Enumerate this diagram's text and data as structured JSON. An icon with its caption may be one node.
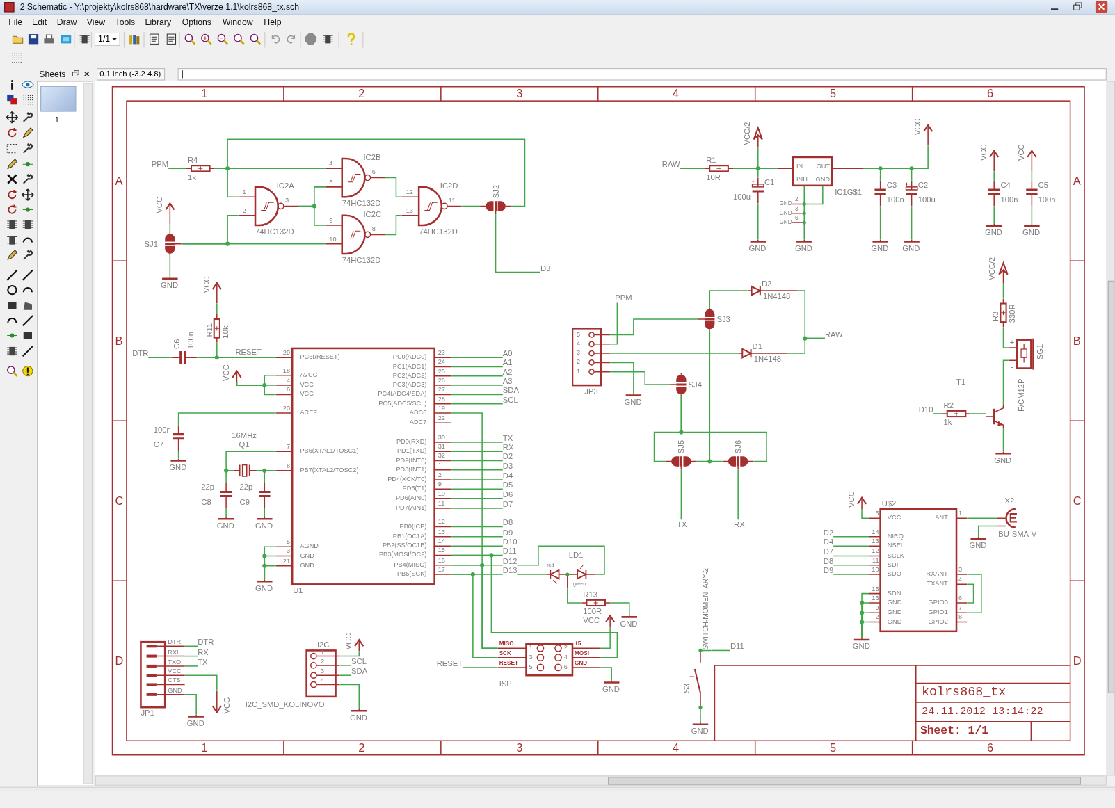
{
  "diagram": {
    "nodes": [
      {
        "text": [
          "PPM"
        ]
      },
      {
        "text": [
          "R4",
          "1k"
        ]
      },
      {
        "text": [
          "IC2A",
          "74HC132D",
          "1",
          "2",
          "3"
        ]
      },
      {
        "text": [
          "IC2B",
          "74HC132D",
          "4",
          "5",
          "6"
        ]
      },
      {
        "text": [
          "IC2C",
          "74HC132D",
          "9",
          "10",
          "8"
        ]
      },
      {
        "text": [
          "IC2D",
          "74HC132D",
          "12",
          "13",
          "11"
        ]
      },
      {
        "text": [
          "SJ2"
        ]
      },
      {
        "text": [
          "D3"
        ]
      },
      {
        "text": [
          "VCC"
        ]
      },
      {
        "text": [
          "SJ1"
        ]
      },
      {
        "text": [
          "GND"
        ]
      },
      {
        "text": [
          "RAW"
        ]
      },
      {
        "text": [
          "R1",
          "10R"
        ]
      },
      {
        "text": [
          "VCC/2"
        ]
      },
      {
        "text": [
          "C1",
          "100u"
        ]
      },
      {
        "text": [
          "GND"
        ]
      },
      {
        "text": [
          "IN",
          "OUT",
          "INH",
          "GND",
          "IC1G$1",
          "2",
          "GND",
          "3",
          "GND",
          "6",
          "GND"
        ]
      },
      {
        "text": [
          "GND"
        ]
      },
      {
        "text": [
          "C3",
          "100n"
        ]
      },
      {
        "text": [
          "GND"
        ]
      },
      {
        "text": [
          "C2",
          "100u"
        ]
      },
      {
        "text": [
          "GND"
        ]
      },
      {
        "text": [
          "VCC"
        ]
      },
      {
        "text": [
          "VCC"
        ]
      },
      {
        "text": [
          "C4",
          "100n"
        ]
      },
      {
        "text": [
          "GND"
        ]
      },
      {
        "text": [
          "VCC"
        ]
      },
      {
        "text": [
          "C5",
          "100n"
        ]
      },
      {
        "text": [
          "GND"
        ]
      },
      {
        "text": [
          "VCC"
        ]
      },
      {
        "text": [
          "R11",
          "10k"
        ]
      },
      {
        "text": [
          "DTR"
        ]
      },
      {
        "text": [
          "C6",
          "100n"
        ]
      },
      {
        "text": [
          "U1",
          "29",
          "PC6(/RESET)",
          "18",
          "AVCC",
          "4",
          "VCC",
          "6",
          "VCC",
          "20",
          "AREF",
          "7",
          "PB6(XTAL1/TOSC1)",
          "8",
          "PB7(XTAL2/TOSC2)",
          "5",
          "AGND",
          "3",
          "GND",
          "21",
          "GND",
          "23",
          "PC0(ADC0)",
          "24",
          "PC1(ADC1)",
          "25",
          "PC2(ADC2)",
          "26",
          "PC3(ADC3)",
          "27",
          "PC4(ADC4/SDA)",
          "28",
          "PC5(ADC5/SCL)",
          "19",
          "ADC6",
          "22",
          "ADC7",
          "30",
          "PD0(RXD)",
          "31",
          "PD1(TXD)",
          "32",
          "PD2(INT0)",
          "1",
          "PD3(INT1)",
          "2",
          "PD4(XCK/T0)",
          "9",
          "PD5(T1)",
          "10",
          "PD6(AIN0)",
          "11",
          "PD7(AIN1)",
          "12",
          "PB0(ICP)",
          "13",
          "PB1(OC1A)",
          "14",
          "PB2(SS/OC1B)",
          "15",
          "PB3(MOSI/OC2)",
          "16",
          "PB4(MISO)",
          "17",
          "PB5(SCK)"
        ]
      },
      {
        "text": [
          "VCC"
        ]
      },
      {
        "text": [
          "100n",
          "C7"
        ]
      },
      {
        "text": [
          "GND"
        ]
      },
      {
        "text": [],
        "shape": "crystal",
        "beside": [
          "16MHz",
          "Q1"
        ]
      },
      {
        "text": [
          "22p",
          "C8"
        ]
      },
      {
        "text": [
          "22p",
          "C9"
        ]
      },
      {
        "text": [
          "GND"
        ]
      },
      {
        "text": [
          "GND"
        ]
      },
      {
        "text": [
          "GND"
        ]
      },
      {
        "text": [
          "A0"
        ]
      },
      {
        "text": [
          "A1"
        ]
      },
      {
        "text": [
          "A2"
        ]
      },
      {
        "text": [
          "A3"
        ]
      },
      {
        "text": [
          "SDA"
        ]
      },
      {
        "text": [
          "SCL"
        ]
      },
      {
        "text": [
          "TX"
        ]
      },
      {
        "text": [
          "RX"
        ]
      },
      {
        "text": [
          "D2"
        ]
      },
      {
        "text": [
          "D3"
        ]
      },
      {
        "text": [
          "D4"
        ]
      },
      {
        "text": [
          "D5"
        ]
      },
      {
        "text": [
          "D6"
        ]
      },
      {
        "text": [
          "D7"
        ]
      },
      {
        "text": [
          "D8"
        ]
      },
      {
        "text": [
          "D9"
        ]
      },
      {
        "text": [
          "D10"
        ]
      },
      {
        "text": [
          "D11"
        ]
      },
      {
        "text": [
          "D12"
        ]
      },
      {
        "text": [
          "D13"
        ]
      },
      {
        "text": [
          "PPM"
        ]
      },
      {
        "text": [
          "5",
          "4",
          "3",
          "2",
          "1",
          "JP3"
        ]
      },
      {
        "text": [
          "GND"
        ]
      },
      {
        "text": [
          "D2",
          "1N4148"
        ]
      },
      {
        "text": [
          "SJ3"
        ]
      },
      {
        "text": [
          "RAW"
        ]
      },
      {
        "text": [
          "D1",
          "1N4148"
        ]
      },
      {
        "text": [
          "SJ4"
        ]
      },
      {
        "text": [
          "SJ5"
        ]
      },
      {
        "text": [
          "SJ6"
        ]
      },
      {
        "text": [
          "TX"
        ]
      },
      {
        "text": [
          "RX"
        ]
      },
      {
        "text": [
          "VCC/2"
        ]
      },
      {
        "text": [
          "R3",
          "330R"
        ]
      },
      {
        "text": [
          "+",
          "-",
          "SG1",
          "F/CM12P"
        ]
      },
      {
        "text": [],
        "shape": "transistor",
        "beside": [
          "T1"
        ]
      },
      {
        "text": [
          "R2",
          "1k"
        ]
      },
      {
        "text": [
          "D10"
        ]
      },
      {
        "text": [
          "GND"
        ]
      },
      {
        "text": [
          "LD1",
          "red",
          "green"
        ]
      },
      {
        "text": [
          "R13",
          "100R"
        ]
      },
      {
        "text": [
          "GND"
        ]
      },
      {
        "text": [
          "VCC"
        ]
      },
      {
        "text": [
          "U$2",
          "5",
          "VCC",
          "14",
          "NIRQ",
          "13",
          "NSEL",
          "12",
          "SCLK",
          "11",
          "SDI",
          "10",
          "SDO",
          "15",
          "SDN",
          "16",
          "GND",
          "9",
          "GND",
          "2",
          "GND",
          "1",
          "ANT",
          "3",
          "RXANT",
          "4",
          "TXANT",
          "6",
          "GPIO0",
          "7",
          "GPIO1",
          "8",
          "GPIO2"
        ]
      },
      {
        "text": [
          "X2",
          "BU-SMA-V"
        ]
      },
      {
        "text": [
          "GND"
        ]
      },
      {
        "text": [
          "D2"
        ]
      },
      {
        "text": [
          "D4"
        ]
      },
      {
        "text": [
          "D7"
        ]
      },
      {
        "text": [
          "D8"
        ]
      },
      {
        "text": [
          "D9"
        ]
      },
      {
        "text": [
          "GND"
        ]
      },
      {
        "text": [
          "DTR",
          "RXI",
          "TXO",
          "VCC",
          "CTS",
          "GND",
          "JP1"
        ]
      },
      {
        "text": [
          "DTR"
        ]
      },
      {
        "text": [
          "RX"
        ]
      },
      {
        "text": [
          "TX"
        ]
      },
      {
        "text": [
          "VCC"
        ]
      },
      {
        "text": [
          "GND"
        ]
      },
      {
        "text": [
          "I2C",
          "1",
          "2",
          "3",
          "4",
          "I2C_SMD_KOLINOVO"
        ]
      },
      {
        "text": [
          "VCC"
        ]
      },
      {
        "text": [
          "SCL"
        ]
      },
      {
        "text": [
          "SDA"
        ]
      },
      {
        "text": [
          "GND"
        ]
      },
      {
        "text": [
          "RESET"
        ]
      },
      {
        "text": [
          "MISO",
          "SCK",
          "RESET",
          "1",
          "3",
          "5",
          "2",
          "4",
          "6",
          "+5",
          "MOSI",
          "GND",
          "ISP"
        ]
      },
      {
        "text": [
          "VCC"
        ]
      },
      {
        "text": [
          "GND"
        ]
      },
      {
        "text": [
          "S3",
          "SWITCH-MOMENTARY-2"
        ]
      },
      {
        "text": [
          "D11"
        ]
      },
      {
        "text": [
          "GND"
        ]
      }
    ],
    "edges": [
      {
        "from": 0,
        "to": 1,
        "arrow": "none"
      },
      {
        "from": 1,
        "to": 3,
        "arrow": "none"
      },
      {
        "from": 1,
        "to": 2,
        "arrow": "none"
      },
      {
        "from": 1,
        "to": 6,
        "arrow": "none"
      },
      {
        "from": 2,
        "to": 3,
        "arrow": "none"
      },
      {
        "from": 2,
        "to": 4,
        "arrow": "none"
      },
      {
        "from": 3,
        "to": 5,
        "arrow": "none"
      },
      {
        "from": 4,
        "to": 5,
        "arrow": "none"
      },
      {
        "from": 5,
        "to": 6,
        "arrow": "none"
      },
      {
        "from": 6,
        "to": 7,
        "arrow": "none"
      },
      {
        "from": 8,
        "to": 9,
        "arrow": "none"
      },
      {
        "from": 9,
        "to": 2,
        "arrow": "none"
      },
      {
        "from": 9,
        "to": 4,
        "arrow": "none"
      },
      {
        "from": 9,
        "to": 10,
        "arrow": "none"
      },
      {
        "from": 11,
        "to": 12,
        "arrow": "none"
      },
      {
        "from": 12,
        "to": 16,
        "arrow": "none"
      },
      {
        "from": 13,
        "to": 14,
        "arrow": "none"
      },
      {
        "from": 14,
        "to": 15,
        "arrow": "none"
      },
      {
        "from": 16,
        "to": 17,
        "arrow": "none"
      },
      {
        "from": 16,
        "to": 18,
        "arrow": "none"
      },
      {
        "from": 16,
        "to": 20,
        "arrow": "none"
      },
      {
        "from": 16,
        "to": 22,
        "arrow": "none"
      },
      {
        "from": 18,
        "to": 19,
        "arrow": "none"
      },
      {
        "from": 20,
        "to": 21,
        "arrow": "none"
      },
      {
        "from": 23,
        "to": 24,
        "arrow": "none"
      },
      {
        "from": 24,
        "to": 25,
        "arrow": "none"
      },
      {
        "from": 26,
        "to": 27,
        "arrow": "none"
      },
      {
        "from": 27,
        "to": 28,
        "arrow": "none"
      },
      {
        "from": 29,
        "to": 30,
        "arrow": "none"
      },
      {
        "from": 31,
        "to": 32,
        "arrow": "none"
      },
      {
        "from": 32,
        "to": 33,
        "arrow": "none"
      },
      {
        "from": 30,
        "to": 33,
        "arrow": "none"
      },
      {
        "from": 34,
        "to": 33,
        "arrow": "none"
      },
      {
        "from": 34,
        "to": 33,
        "arrow": "none"
      },
      {
        "from": 34,
        "to": 33,
        "arrow": "none"
      },
      {
        "from": 33,
        "to": 35,
        "arrow": "none"
      },
      {
        "from": 35,
        "to": 36,
        "arrow": "none"
      },
      {
        "from": 33,
        "to": 37,
        "arrow": "none"
      },
      {
        "from": 33,
        "to": 37,
        "arrow": "none"
      },
      {
        "from": 37,
        "to": 38,
        "arrow": "none"
      },
      {
        "from": 37,
        "to": 39,
        "arrow": "none"
      },
      {
        "from": 38,
        "to": 40,
        "arrow": "none"
      },
      {
        "from": 39,
        "to": 41,
        "arrow": "none"
      },
      {
        "from": 33,
        "to": 42,
        "arrow": "none"
      },
      {
        "from": 33,
        "to": 42,
        "arrow": "none"
      },
      {
        "from": 33,
        "to": 42,
        "arrow": "none"
      },
      {
        "from": 33,
        "to": 43,
        "arrow": "none"
      },
      {
        "from": 33,
        "to": 44,
        "arrow": "none"
      },
      {
        "from": 33,
        "to": 45,
        "arrow": "none"
      },
      {
        "from": 33,
        "to": 46,
        "arrow": "none"
      },
      {
        "from": 33,
        "to": 47,
        "arrow": "none"
      },
      {
        "from": 33,
        "to": 48,
        "arrow": "none"
      },
      {
        "from": 33,
        "to": 49,
        "arrow": "none"
      },
      {
        "from": 33,
        "to": 50,
        "arrow": "none"
      },
      {
        "from": 33,
        "to": 51,
        "arrow": "none"
      },
      {
        "from": 33,
        "to": 52,
        "arrow": "none"
      },
      {
        "from": 33,
        "to": 53,
        "arrow": "none"
      },
      {
        "from": 33,
        "to": 54,
        "arrow": "none"
      },
      {
        "from": 33,
        "to": 55,
        "arrow": "none"
      },
      {
        "from": 33,
        "to": 56,
        "arrow": "none"
      },
      {
        "from": 33,
        "to": 57,
        "arrow": "none"
      },
      {
        "from": 33,
        "to": 58,
        "arrow": "none"
      },
      {
        "from": 33,
        "to": 59,
        "arrow": "none"
      },
      {
        "from": 33,
        "to": 60,
        "arrow": "none"
      },
      {
        "from": 33,
        "to": 61,
        "arrow": "none"
      },
      {
        "from": 33,
        "to": 62,
        "arrow": "none"
      },
      {
        "from": 33,
        "to": 107,
        "arrow": "none"
      },
      {
        "from": 33,
        "to": 107,
        "arrow": "none"
      },
      {
        "from": 33,
        "to": 107,
        "arrow": "none"
      },
      {
        "from": 33,
        "to": 107,
        "arrow": "none"
      },
      {
        "from": 106,
        "to": 107,
        "arrow": "none"
      },
      {
        "from": 108,
        "to": 107,
        "arrow": "none"
      },
      {
        "from": 107,
        "to": 109,
        "arrow": "none"
      },
      {
        "from": 62,
        "to": 82,
        "arrow": "none"
      },
      {
        "from": 61,
        "to": 82,
        "arrow": "none"
      },
      {
        "from": 82,
        "to": 83,
        "arrow": "none"
      },
      {
        "from": 83,
        "to": 84,
        "arrow": "none"
      },
      {
        "from": 64,
        "to": 63,
        "arrow": "none"
      },
      {
        "from": 64,
        "to": 67,
        "arrow": "none"
      },
      {
        "from": 64,
        "to": 69,
        "arrow": "none"
      },
      {
        "from": 64,
        "to": 65,
        "arrow": "none"
      },
      {
        "from": 64,
        "to": 70,
        "arrow": "none"
      },
      {
        "from": 67,
        "to": 66,
        "arrow": "none"
      },
      {
        "from": 66,
        "to": 68,
        "arrow": "none"
      },
      {
        "from": 69,
        "to": 68,
        "arrow": "none"
      },
      {
        "from": 67,
        "to": 71,
        "arrow": "none"
      },
      {
        "from": 67,
        "to": 72,
        "arrow": "none"
      },
      {
        "from": 70,
        "to": 71,
        "arrow": "none"
      },
      {
        "from": 70,
        "to": 72,
        "arrow": "none"
      },
      {
        "from": 71,
        "to": 73,
        "arrow": "none"
      },
      {
        "from": 72,
        "to": 74,
        "arrow": "none"
      },
      {
        "from": 75,
        "to": 76,
        "arrow": "none"
      },
      {
        "from": 76,
        "to": 77,
        "arrow": "none"
      },
      {
        "from": 77,
        "to": 78,
        "arrow": "none"
      },
      {
        "from": 80,
        "to": 79,
        "arrow": "none"
      },
      {
        "from": 79,
        "to": 78,
        "arrow": "none"
      },
      {
        "from": 78,
        "to": 81,
        "arrow": "none"
      },
      {
        "from": 85,
        "to": 86,
        "arrow": "none"
      },
      {
        "from": 86,
        "to": 87,
        "arrow": "none"
      },
      {
        "from": 87,
        "to": 88,
        "arrow": "none"
      },
      {
        "from": 86,
        "to": 86,
        "arrow": "none"
      },
      {
        "from": 86,
        "to": 86,
        "arrow": "none"
      },
      {
        "from": 89,
        "to": 86,
        "arrow": "none"
      },
      {
        "from": 90,
        "to": 86,
        "arrow": "none"
      },
      {
        "from": 91,
        "to": 86,
        "arrow": "none"
      },
      {
        "from": 92,
        "to": 86,
        "arrow": "none"
      },
      {
        "from": 93,
        "to": 86,
        "arrow": "none"
      },
      {
        "from": 86,
        "to": 94,
        "arrow": "none"
      },
      {
        "from": 86,
        "to": 94,
        "arrow": "none"
      },
      {
        "from": 86,
        "to": 94,
        "arrow": "none"
      },
      {
        "from": 86,
        "to": 94,
        "arrow": "none"
      },
      {
        "from": 95,
        "to": 96,
        "arrow": "none"
      },
      {
        "from": 95,
        "to": 97,
        "arrow": "none"
      },
      {
        "from": 95,
        "to": 98,
        "arrow": "none"
      },
      {
        "from": 95,
        "to": 99,
        "arrow": "none"
      },
      {
        "from": 95,
        "to": 100,
        "arrow": "none"
      },
      {
        "from": 101,
        "to": 102,
        "arrow": "none"
      },
      {
        "from": 101,
        "to": 103,
        "arrow": "none"
      },
      {
        "from": 101,
        "to": 104,
        "arrow": "none"
      },
      {
        "from": 101,
        "to": 105,
        "arrow": "none"
      },
      {
        "from": 110,
        "to": 111,
        "arrow": "none"
      },
      {
        "from": 110,
        "to": 112,
        "arrow": "none"
      }
    ],
    "labels": [
      "2 Schematic - Y:\\projekty\\kolrs868\\hardware\\TX\\verze 1.1\\kolrs868_tx.sch",
      "File",
      "Edit",
      "Draw",
      "View",
      "Tools",
      "Library",
      "Options",
      "Window",
      "Help",
      "1/1",
      "Sheets",
      "0.1 inch (-3.2 4.8)",
      "1",
      "1",
      "2",
      "3",
      "4",
      "5",
      "6",
      "1",
      "2",
      "3",
      "4",
      "5",
      "6",
      "A",
      "B",
      "C",
      "D",
      "A",
      "B",
      "C",
      "D",
      "RESET",
      "kolrs868_tx",
      "24.11.2012  13:14:22",
      "Sheet: 1/1"
    ]
  }
}
